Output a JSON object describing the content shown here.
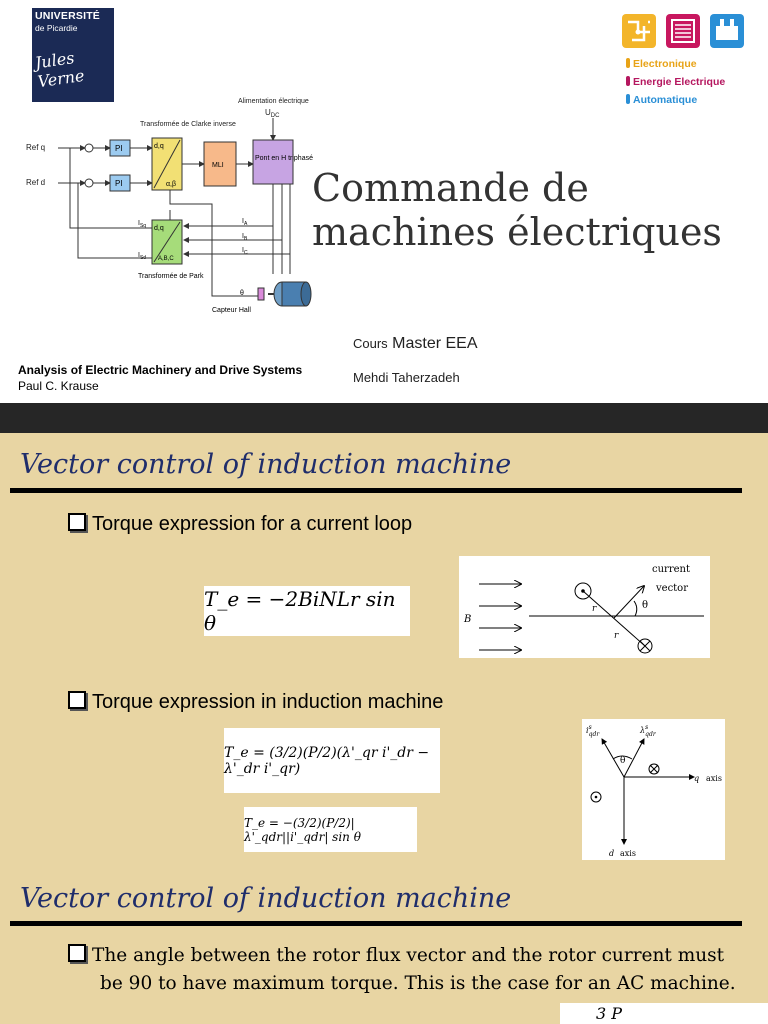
{
  "slide1": {
    "university": {
      "line1": "UNIVERSITÉ",
      "line2": "de Picardie",
      "line3": "Jules Verne"
    },
    "labs": [
      {
        "label": "Electronique",
        "color": "#e8a317"
      },
      {
        "label": "Energie Electrique",
        "color": "#b5175f"
      },
      {
        "label": "Automatique",
        "color": "#2a8fd6"
      }
    ],
    "diagram": {
      "alimentation": "Alimentation électrique",
      "udc": "U",
      "udc_sub": "DC",
      "clarke": "Transformée de Clarke inverse",
      "park": "Transformée de Park",
      "ref_q": "Ref q",
      "ref_d": "Ref d",
      "pi": "PI",
      "dq": "d,q",
      "ab": "α,β",
      "mli": "MLI",
      "pont": "Pont en H triphasé",
      "abc": "A,B,C",
      "isq": "I",
      "isq_sub": "Sq",
      "isd": "I",
      "isd_sub": "Sd",
      "ia": "I",
      "ia_sub": "A",
      "ib": "I",
      "ib_sub": "B",
      "ic": "I",
      "ic_sub": "C",
      "theta": "θ",
      "capteur": "Capteur Hall"
    },
    "title_line1": "Commande de",
    "title_line2": "machines électriques",
    "cours_prefix": "Cours",
    "cours_name": "Master EEA",
    "author": "Mehdi Taherzadeh",
    "book_title": "Analysis of Electric Machinery and Drive Systems",
    "book_author": "Paul C. Krause"
  },
  "slide2": {
    "heading1": "Vector control of induction machine",
    "bullet1": "Torque expression for a current loop",
    "eq1": "T_e = −2BiNLr sin θ",
    "fig1": {
      "current": "current",
      "vector": "vector",
      "theta": "θ",
      "B": "B",
      "r1": "r",
      "r2": "r"
    },
    "bullet2": "Torque expression in induction machine",
    "eq2": "T_e = (3/2)(P/2)(λ'_qr i'_dr − λ'_dr i'_qr)",
    "eq3": "T_e = −(3/2)(P/2)|λ'_qdr||i'_qdr| sin θ",
    "fig2": {
      "i_label": "i",
      "i_sup": "s",
      "i_sub": "qdr",
      "lam_label": "λ",
      "lam_sup": "s",
      "lam_sub": "qdr",
      "theta": "θ",
      "q": "q",
      "q_axis": "axis",
      "d": "d",
      "d_axis": "axis"
    },
    "heading2": "Vector control of induction machine",
    "text_line1": "The angle between the rotor flux vector and the rotor current must",
    "text_line2": "be 90 to have maximum torque. This is the case for an AC machine.",
    "partial_eq": "3 P"
  }
}
